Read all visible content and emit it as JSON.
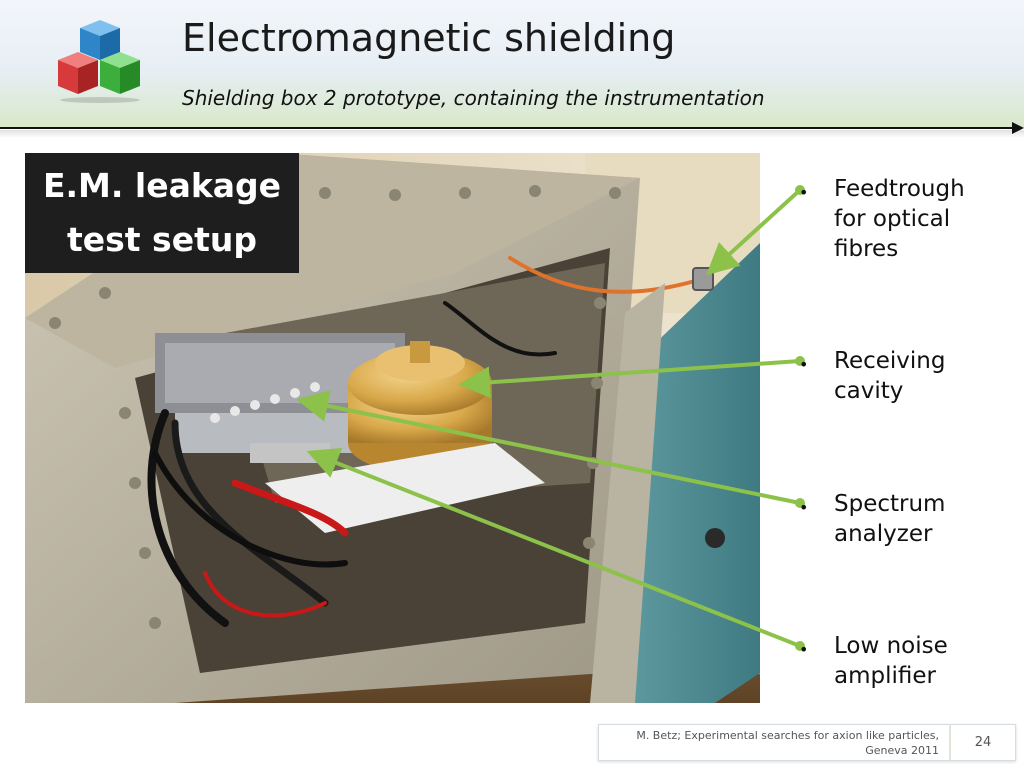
{
  "slide": {
    "title": "Electromagnetic shielding",
    "subtitle": "Shielding box 2 prototype, containing the instrumentation"
  },
  "logo": {
    "icon": "stacked-cubes-icon",
    "colors": [
      "#2e86c8",
      "#d63a3a",
      "#3cae3c"
    ]
  },
  "photo": {
    "label_lines": [
      "E.M. leakage",
      "test setup"
    ]
  },
  "bullets": [
    {
      "text": "Feedtrough\nfor optical\nfibres"
    },
    {
      "text": "Receiving\ncavity"
    },
    {
      "text": "Spectrum\nanalyzer"
    },
    {
      "text": "Low noise\namplifier"
    }
  ],
  "arrow_color": "#8cc14a",
  "footer": {
    "citation_line1": "M. Betz; Experimental searches for axion like particles,",
    "citation_line2": "Geneva 2011",
    "page_number": "24"
  }
}
